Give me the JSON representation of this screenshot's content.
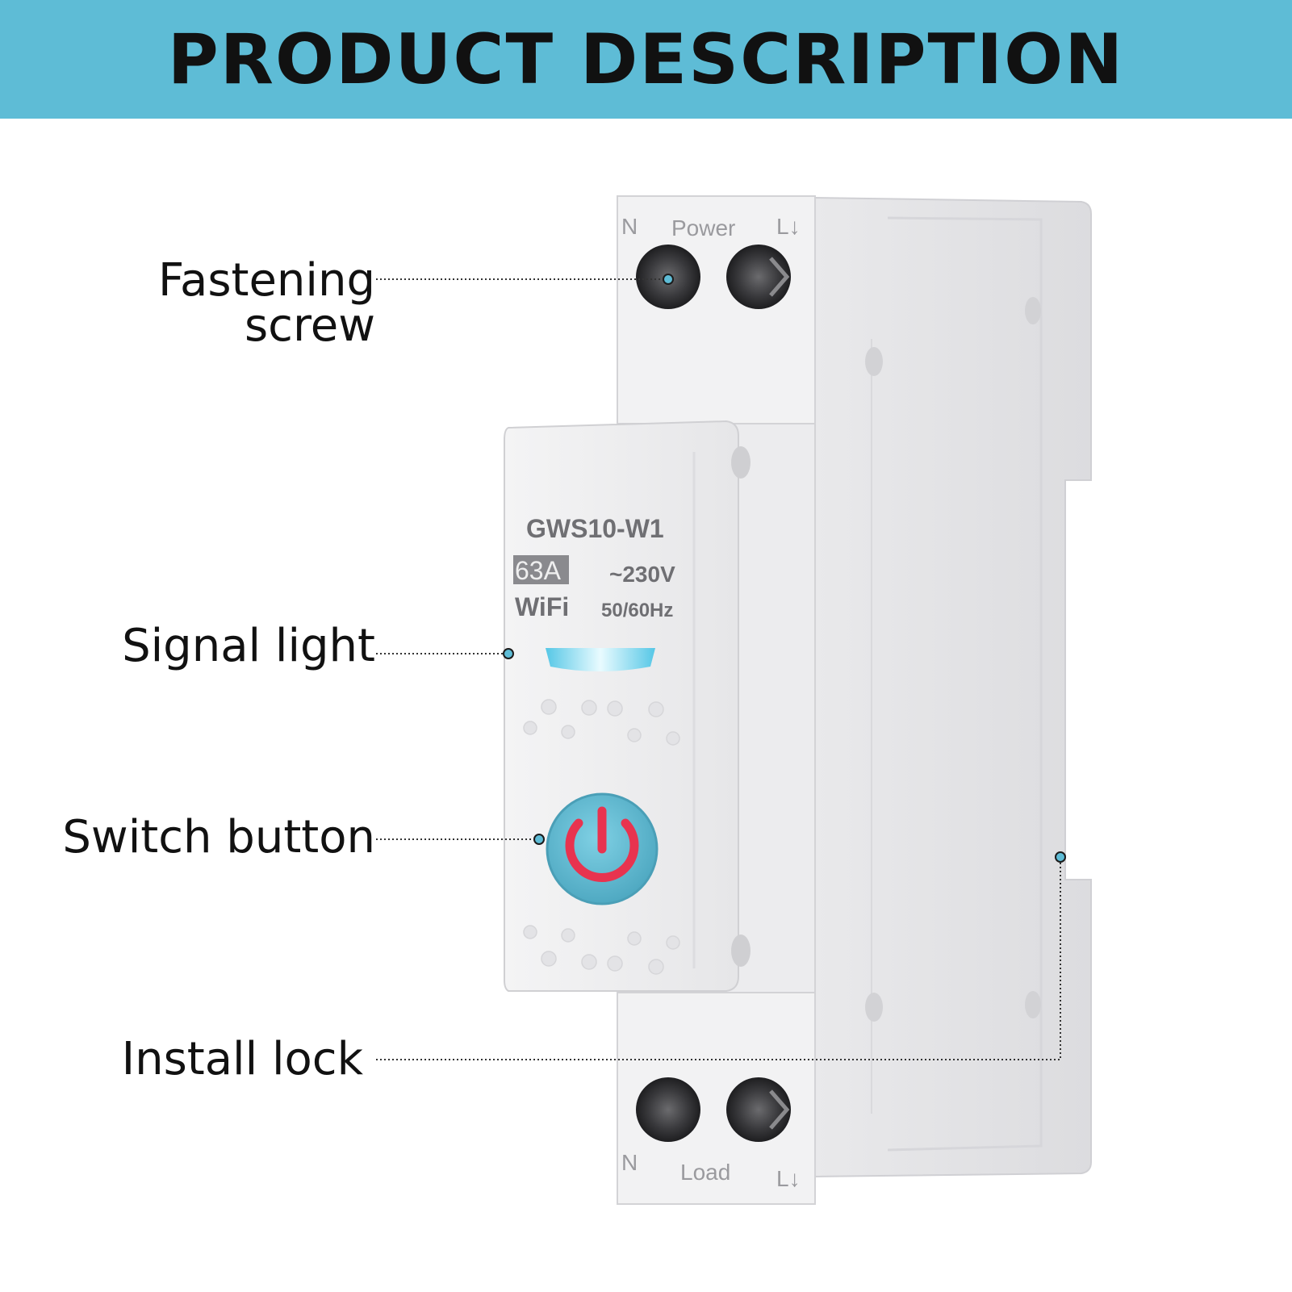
{
  "banner": {
    "title": "PRODUCT DESCRIPTION"
  },
  "callouts": {
    "fastening_screw": {
      "line1": "Fastening",
      "line2": "screw"
    },
    "signal_light": "Signal light",
    "switch_button": "Switch button",
    "install_lock": "Install lock"
  },
  "device": {
    "model": "GWS10-W1",
    "current": "63A",
    "voltage": "~230V",
    "wifi": "WiFi",
    "frequency": "50/60Hz",
    "top_terminals": {
      "left": "N",
      "center": "Power",
      "right": "L↓"
    },
    "bottom_terminals": {
      "left": "N",
      "center": "Load",
      "right": "L↓"
    },
    "button_icon": "power-icon"
  },
  "colors": {
    "banner": "#5ebcd6",
    "accent": "#5ebcd6",
    "power_icon": "#e8334f",
    "signal_light": "#8fe6f5"
  }
}
